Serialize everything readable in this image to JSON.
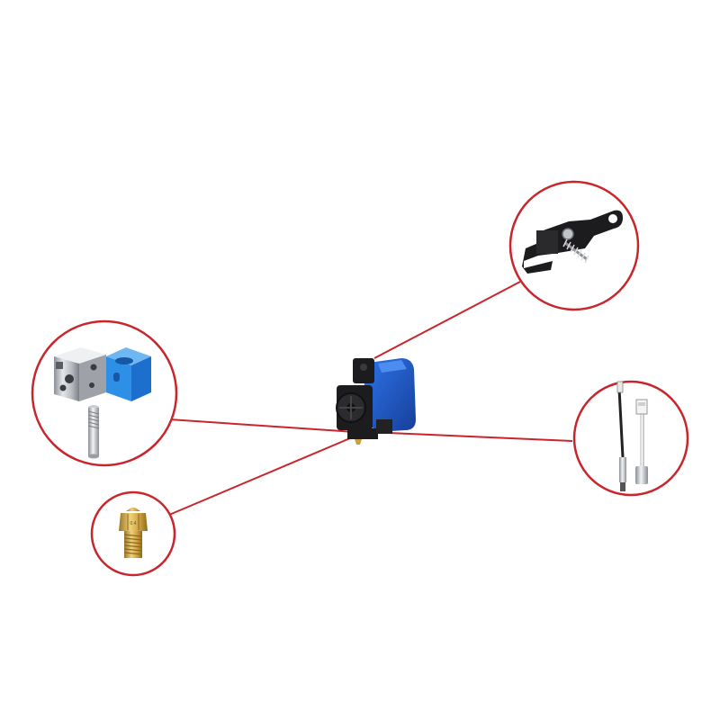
{
  "colors": {
    "background": "#ffffff",
    "callout_line": "#c8262c",
    "callout_circle": "#c8262c",
    "extruder_blue": "#1f5fd6",
    "extruder_black": "#1c1c1e",
    "aluminum": "#c9ccd1",
    "silicone_blue": "#2e8fe6",
    "brass": "#c9a23c"
  },
  "callouts": [
    {
      "part": "extruder-lever-arm",
      "icon": "lever-arm-icon"
    },
    {
      "part": "heater-block-silicone-sock-throat",
      "icon": "heater-block-icon"
    },
    {
      "part": "thermistor-heater-cartridge",
      "icon": "thermistor-icon"
    },
    {
      "part": "brass-nozzle",
      "icon": "nozzle-icon"
    }
  ],
  "center_part": {
    "name": "extruder-hotend-assembly",
    "icon": "extruder-icon"
  },
  "nozzle_marking": "0.4"
}
